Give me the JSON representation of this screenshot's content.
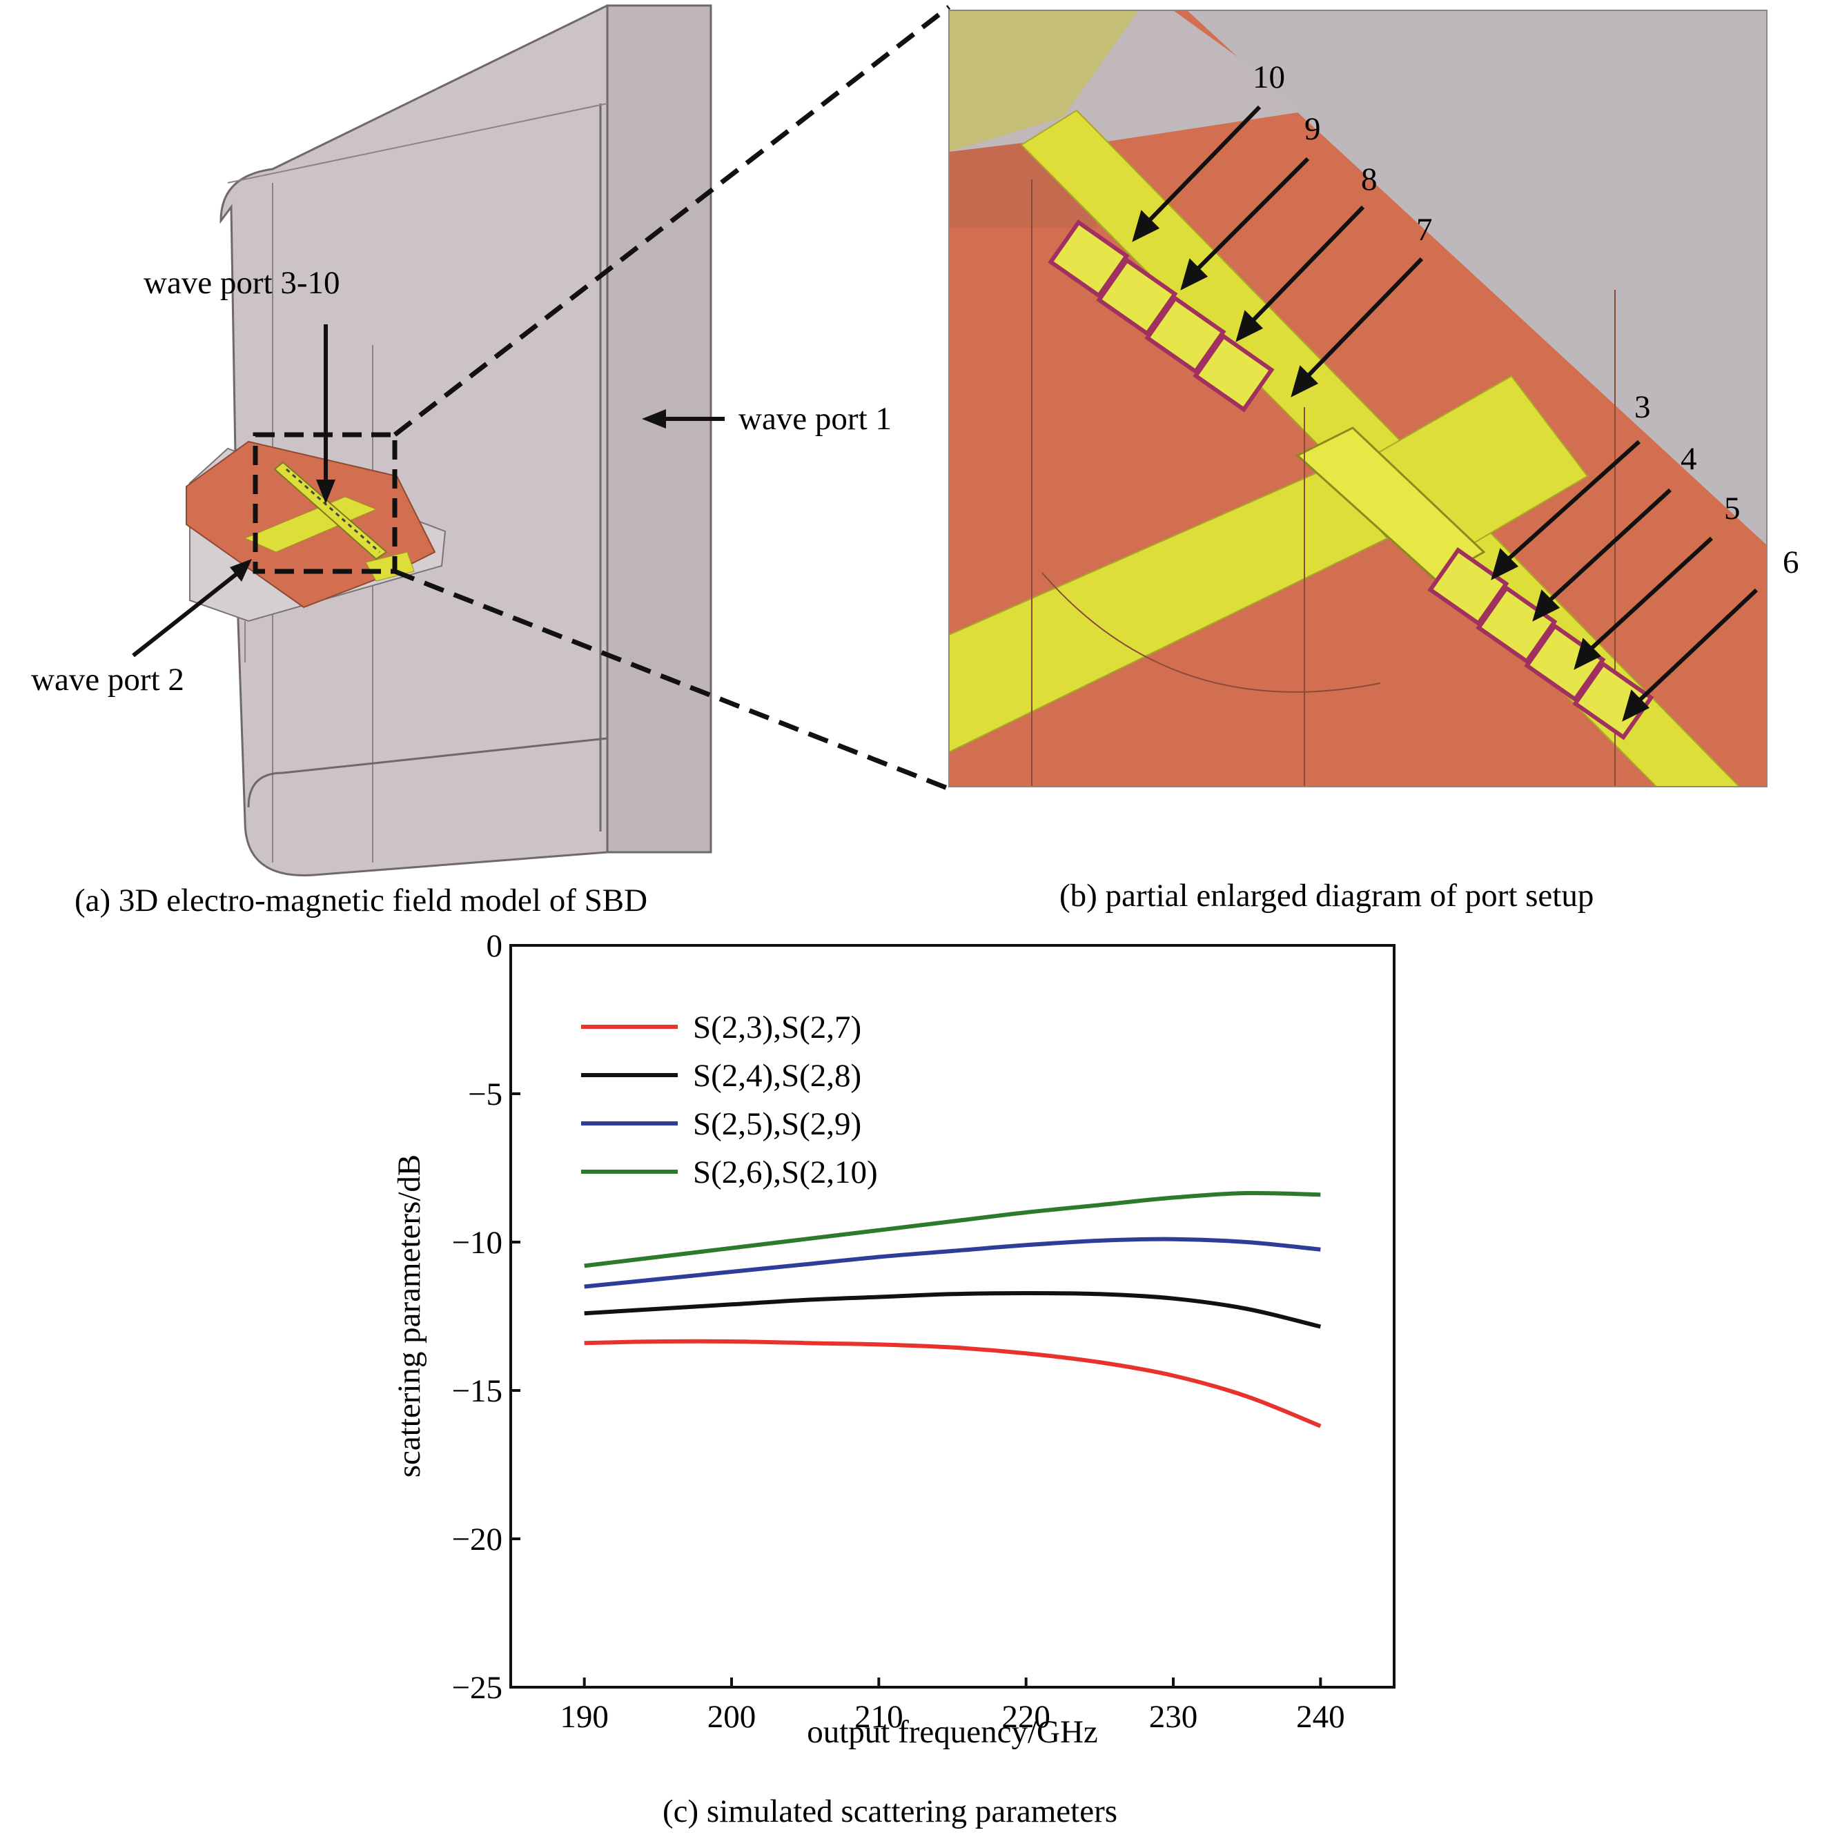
{
  "panel_a": {
    "caption": "(a) 3D electro-magnetic field model of SBD",
    "labels": {
      "wave_port_3_10": "wave port 3-10",
      "wave_port_1": "wave port 1",
      "wave_port_2": "wave port 2"
    }
  },
  "panel_b": {
    "caption": "(b) partial enlarged diagram of port setup",
    "port_numbers": [
      "10",
      "9",
      "8",
      "7",
      "3",
      "4",
      "5",
      "6"
    ]
  },
  "panel_c": {
    "caption": "(c) simulated scattering parameters"
  },
  "colors": {
    "red": "#e8322c",
    "black": "#111111",
    "blue": "#2e3d99",
    "green": "#2d7a2d",
    "substrate": "#d26f50",
    "gold": "#dede3a",
    "housing": "#c2b8bd"
  },
  "chart_data": {
    "type": "line",
    "xlabel": "output frequency/GHz",
    "ylabel": "scattering parameters/dB",
    "xlim": [
      185,
      245
    ],
    "ylim": [
      -25,
      0
    ],
    "xticks": [
      "190",
      "200",
      "210",
      "220",
      "230",
      "240"
    ],
    "yticks": [
      "0",
      "−5",
      "−10",
      "−15",
      "−20",
      "−25"
    ],
    "grid": false,
    "legend_position": "top-left",
    "series": [
      {
        "name": "S(2,3),S(2,7)",
        "color": "#e8322c",
        "x": [
          190,
          195,
          200,
          205,
          210,
          215,
          220,
          225,
          230,
          235,
          240
        ],
        "y": [
          -13.4,
          -13.35,
          -13.35,
          -13.4,
          -13.45,
          -13.55,
          -13.75,
          -14.05,
          -14.5,
          -15.2,
          -16.2
        ]
      },
      {
        "name": "S(2,4),S(2,8)",
        "color": "#111111",
        "x": [
          190,
          195,
          200,
          205,
          210,
          215,
          220,
          225,
          230,
          235,
          240
        ],
        "y": [
          -12.4,
          -12.25,
          -12.1,
          -11.95,
          -11.85,
          -11.75,
          -11.72,
          -11.75,
          -11.9,
          -12.25,
          -12.85
        ]
      },
      {
        "name": "S(2,5),S(2,9)",
        "color": "#2e3d99",
        "x": [
          190,
          195,
          200,
          205,
          210,
          215,
          220,
          225,
          230,
          235,
          240
        ],
        "y": [
          -11.5,
          -11.25,
          -11.0,
          -10.75,
          -10.5,
          -10.3,
          -10.1,
          -9.95,
          -9.9,
          -10.0,
          -10.25
        ]
      },
      {
        "name": "S(2,6),S(2,10)",
        "color": "#2d7a2d",
        "x": [
          190,
          195,
          200,
          205,
          210,
          215,
          220,
          225,
          230,
          235,
          240
        ],
        "y": [
          -10.8,
          -10.5,
          -10.2,
          -9.9,
          -9.6,
          -9.3,
          -9.0,
          -8.75,
          -8.5,
          -8.35,
          -8.4
        ]
      }
    ]
  }
}
